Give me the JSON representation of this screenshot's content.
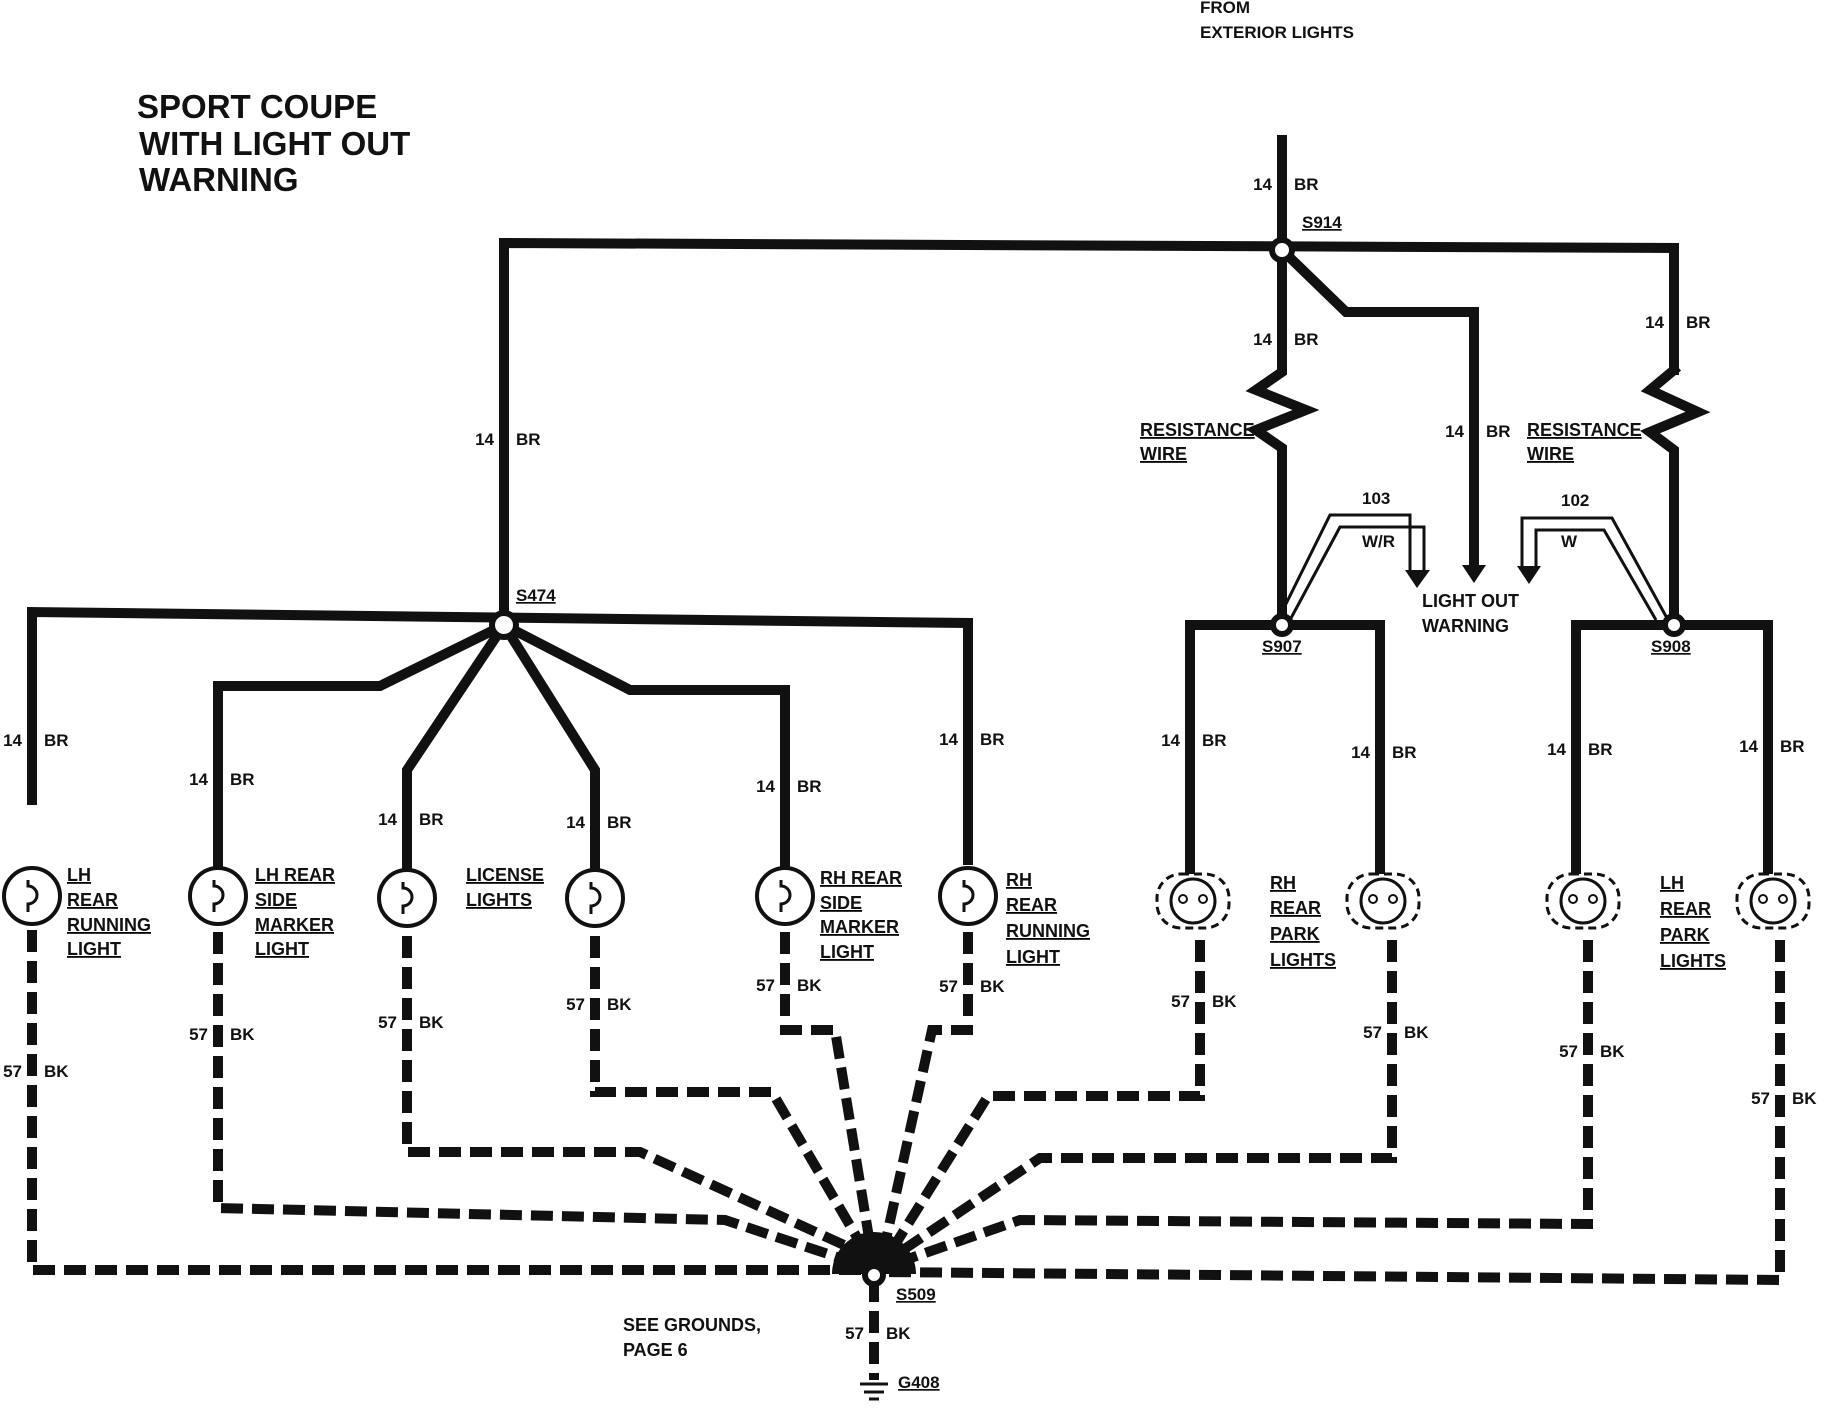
{
  "title": [
    "SPORT COUPE",
    "WITH LIGHT OUT",
    "WARNING"
  ],
  "source": [
    "FROM",
    "EXTERIOR LIGHTS"
  ],
  "feed": {
    "circuit": "14",
    "color": "BR"
  },
  "splices": {
    "s914": "S914",
    "s474": "S474",
    "s907": "S907",
    "s908": "S908",
    "s509": "S509"
  },
  "ground": {
    "id": "G408",
    "note": [
      "SEE GROUNDS,",
      "PAGE 6"
    ]
  },
  "wire_labels": {
    "br_circuit": "14",
    "br_color": "BR",
    "bk_circuit": "57",
    "bk_color": "BK"
  },
  "resistance_wire": [
    "RESISTANCE",
    "WIRE"
  ],
  "warning_module": {
    "label": [
      "LIGHT OUT",
      "WARNING"
    ],
    "wire_103": {
      "circuit": "103",
      "color": "W/R"
    },
    "wire_102": {
      "circuit": "102",
      "color": "W"
    }
  },
  "lamps": {
    "lh_rear_running": [
      "LH",
      "REAR",
      "RUNNING",
      "LIGHT"
    ],
    "lh_rear_side_marker": [
      "LH REAR",
      "SIDE",
      "MARKER",
      "LIGHT"
    ],
    "license": [
      "LICENSE",
      "LIGHTS"
    ],
    "rh_rear_side_marker": [
      "RH REAR",
      "SIDE",
      "MARKER",
      "LIGHT"
    ],
    "rh_rear_running": [
      "RH",
      "REAR",
      "RUNNING",
      "LIGHT"
    ],
    "rh_rear_park": [
      "RH",
      "REAR",
      "PARK",
      "LIGHTS"
    ],
    "lh_rear_park": [
      "LH",
      "REAR",
      "PARK",
      "LIGHTS"
    ]
  }
}
